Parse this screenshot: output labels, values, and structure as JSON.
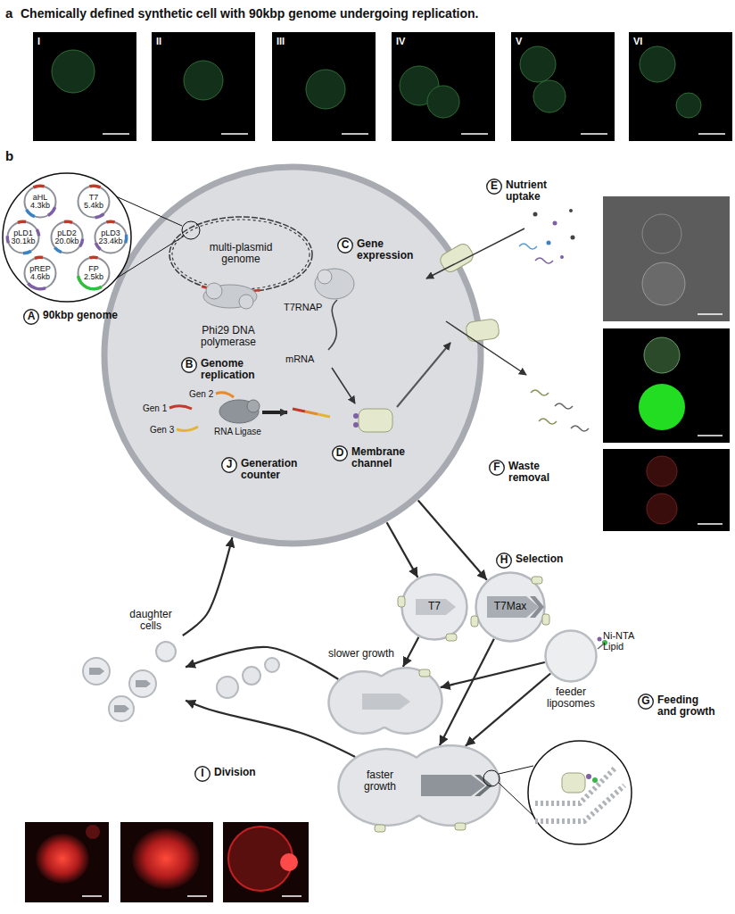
{
  "diagram": {
    "title": "Chemically defined synthetic cell with 90kbp genome undergoing replication.",
    "nodes": [
      {
        "text": []
      },
      {
        "text": [
          "aHL 4.3kb"
        ]
      },
      {
        "text": [
          "T7 5.4kb"
        ]
      },
      {
        "text": [
          "pLD1 30.1kb"
        ]
      },
      {
        "text": [
          "pLD2 20.0kb"
        ]
      },
      {
        "text": [
          "pLD3 23.4kb"
        ]
      },
      {
        "text": [
          "pREP 4.6kb"
        ]
      },
      {
        "text": [
          "FP 2.5kb"
        ]
      },
      {
        "text": [
          "E",
          "Nutrient uptake"
        ]
      },
      {
        "text": [
          "C",
          "Gene expression"
        ],
        "in": 0
      },
      {
        "text": [
          "A",
          "90kbp genome"
        ]
      },
      {
        "text": [
          "B",
          "Genome replication"
        ],
        "in": 0
      },
      {
        "text": [
          "J",
          "Generation counter"
        ],
        "in": 0
      },
      {
        "text": [
          "D",
          "Membrane channel"
        ],
        "in": 0
      },
      {
        "text": [
          "F",
          "Waste removal"
        ]
      },
      {
        "text": [
          "H",
          "Selection"
        ]
      },
      {
        "text": [
          "T7"
        ]
      },
      {
        "text": [
          "T7Max"
        ]
      },
      {
        "text": [
          "daughter cells"
        ]
      },
      {
        "text": [
          "slower growth"
        ]
      },
      {
        "text": [
          "feeder liposomes"
        ]
      },
      {
        "text": [
          "G",
          "Feeding and growth"
        ]
      },
      {
        "text": [
          "I",
          "Division"
        ]
      },
      {
        "text": [
          "faster growth"
        ]
      }
    ],
    "edges": [
      {
        "from": 0,
        "to": 16,
        "arrow": "to"
      },
      {
        "from": 0,
        "to": 17,
        "arrow": "to"
      },
      {
        "from": 16,
        "to": 19,
        "arrow": "to"
      },
      {
        "from": 17,
        "to": 23,
        "arrow": "to"
      },
      {
        "from": 20,
        "to": 19,
        "arrow": "to"
      },
      {
        "from": 20,
        "to": 23,
        "arrow": "to"
      },
      {
        "from": 19,
        "to": 18,
        "arrow": "to"
      },
      {
        "from": 23,
        "to": 18,
        "arrow": "to"
      },
      {
        "from": 18,
        "to": 0,
        "arrow": "to"
      }
    ],
    "labels": [
      "a",
      "I",
      "II",
      "III",
      "IV",
      "V",
      "VI",
      "b",
      "multi-plasmid genome",
      "Phi29 DNA polymerase",
      "T7RNAP",
      "mRNA",
      "Gen 2",
      "Gen 1",
      "Gen 3",
      "RNA Ligase",
      "Ni-NTA Lipid"
    ]
  }
}
